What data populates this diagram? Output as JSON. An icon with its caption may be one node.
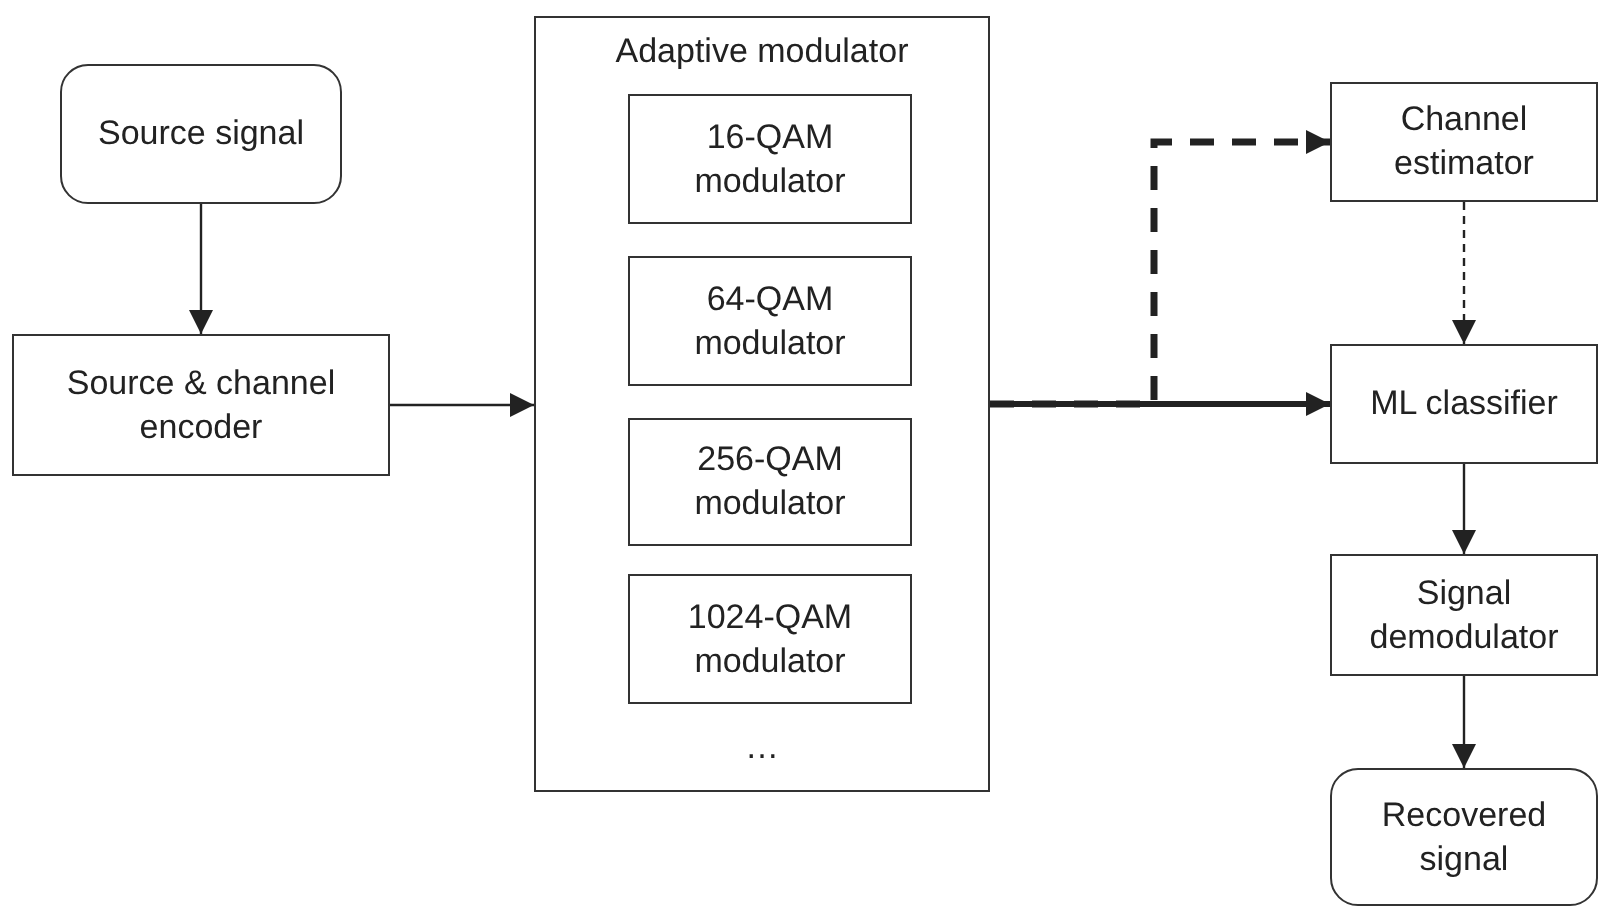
{
  "diagram": {
    "nodes": [
      {
        "text": [
          "Source signal"
        ]
      },
      {
        "text": [
          "Source & channel encoder"
        ]
      },
      {
        "text": [
          "Adaptive modulator",
          "…"
        ]
      },
      {
        "text": [
          "16-QAM modulator"
        ],
        "in": 2
      },
      {
        "text": [
          "64-QAM modulator"
        ],
        "in": 2
      },
      {
        "text": [
          "256-QAM modulator"
        ],
        "in": 2
      },
      {
        "text": [
          "1024-QAM modulator"
        ],
        "in": 2
      },
      {
        "text": [
          "Channel estimator"
        ]
      },
      {
        "text": [
          "ML classifier"
        ]
      },
      {
        "text": [
          "Signal demodulator"
        ]
      },
      {
        "text": [
          "Recovered signal"
        ]
      }
    ],
    "edges": [
      {
        "from": 0,
        "to": 1,
        "arrow": "to"
      },
      {
        "from": 1,
        "to": 2,
        "arrow": "to"
      },
      {
        "from": 2,
        "to": 8,
        "arrow": "to",
        "style": "thick"
      },
      {
        "from": 2,
        "to": 7,
        "arrow": "to",
        "style": "dashed"
      },
      {
        "from": 7,
        "to": 8,
        "arrow": "to",
        "style": "dashed"
      },
      {
        "from": 8,
        "to": 9,
        "arrow": "to"
      },
      {
        "from": 9,
        "to": 10,
        "arrow": "to"
      }
    ]
  }
}
